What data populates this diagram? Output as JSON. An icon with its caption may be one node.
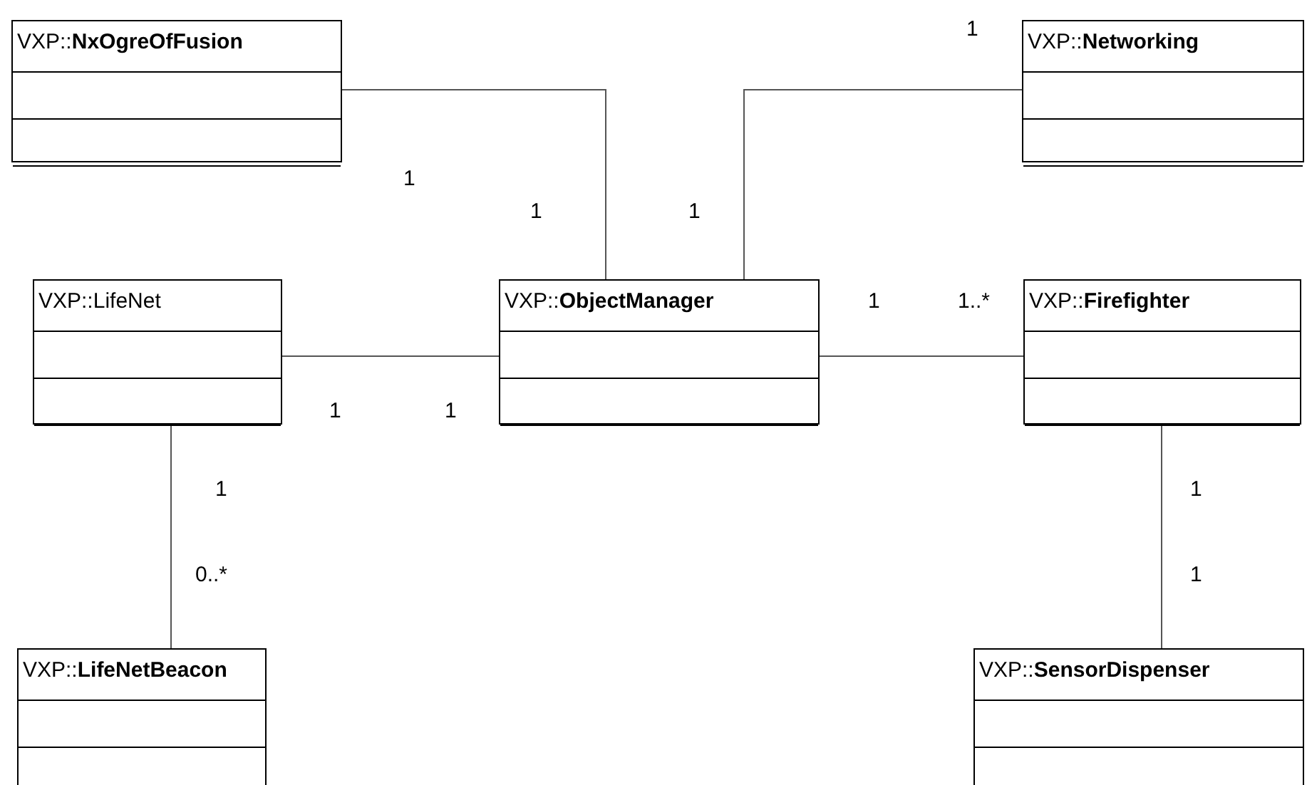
{
  "diagram": {
    "nodes": [
      {
        "text": [
          "VXP::**NxOgreOfFusion**"
        ]
      },
      {
        "text": [
          "VXP::**Networking**"
        ]
      },
      {
        "text": [
          "VXP::LifeNet"
        ]
      },
      {
        "text": [
          "VXP::**ObjectManager**"
        ]
      },
      {
        "text": [
          "VXP::**Firefighter**"
        ]
      },
      {
        "text": [
          "VXP::**LifeNetBeacon**"
        ]
      },
      {
        "text": [
          "VXP::**SensorDispenser**"
        ]
      }
    ],
    "edges": [
      {
        "from": 0,
        "to": 3,
        "arrow": "none"
      },
      {
        "from": 1,
        "to": 3,
        "arrow": "none"
      },
      {
        "from": 2,
        "to": 3,
        "arrow": "none"
      },
      {
        "from": 3,
        "to": 4,
        "arrow": "none"
      },
      {
        "from": 2,
        "to": 5,
        "arrow": "none"
      },
      {
        "from": 4,
        "to": 6,
        "arrow": "none"
      }
    ],
    "labels": [
      "1",
      "1",
      "1",
      "1",
      "1",
      "1..*",
      "1",
      "1",
      "1",
      "1",
      "0..*",
      "1"
    ]
  }
}
